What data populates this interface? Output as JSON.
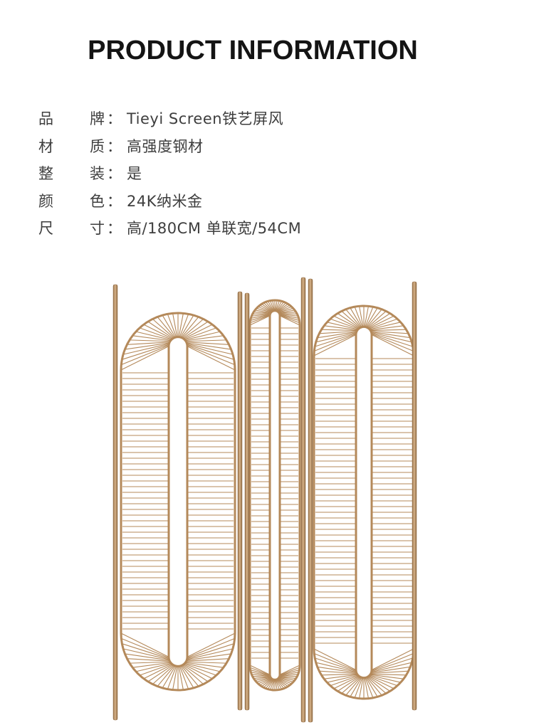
{
  "title": "PRODUCT INFORMATION",
  "specs": [
    {
      "k1": "品",
      "k2": "牌",
      "value": "Tieyi Screen铁艺屏风"
    },
    {
      "k1": "材",
      "k2": "质",
      "value": "高强度钢材"
    },
    {
      "k1": "整",
      "k2": "装",
      "value": "是"
    },
    {
      "k1": "颜",
      "k2": "色",
      "value": "24K纳米金"
    },
    {
      "k1": "尺",
      "k2": "寸",
      "value": "高/180CM 单联宽/54CM"
    }
  ],
  "separator": "：",
  "colors": {
    "gold": "#b4895a",
    "gold_light": "#c9a37a",
    "gold_dark": "#8f6a43",
    "text": "#3e3e3e",
    "title": "#141414"
  }
}
